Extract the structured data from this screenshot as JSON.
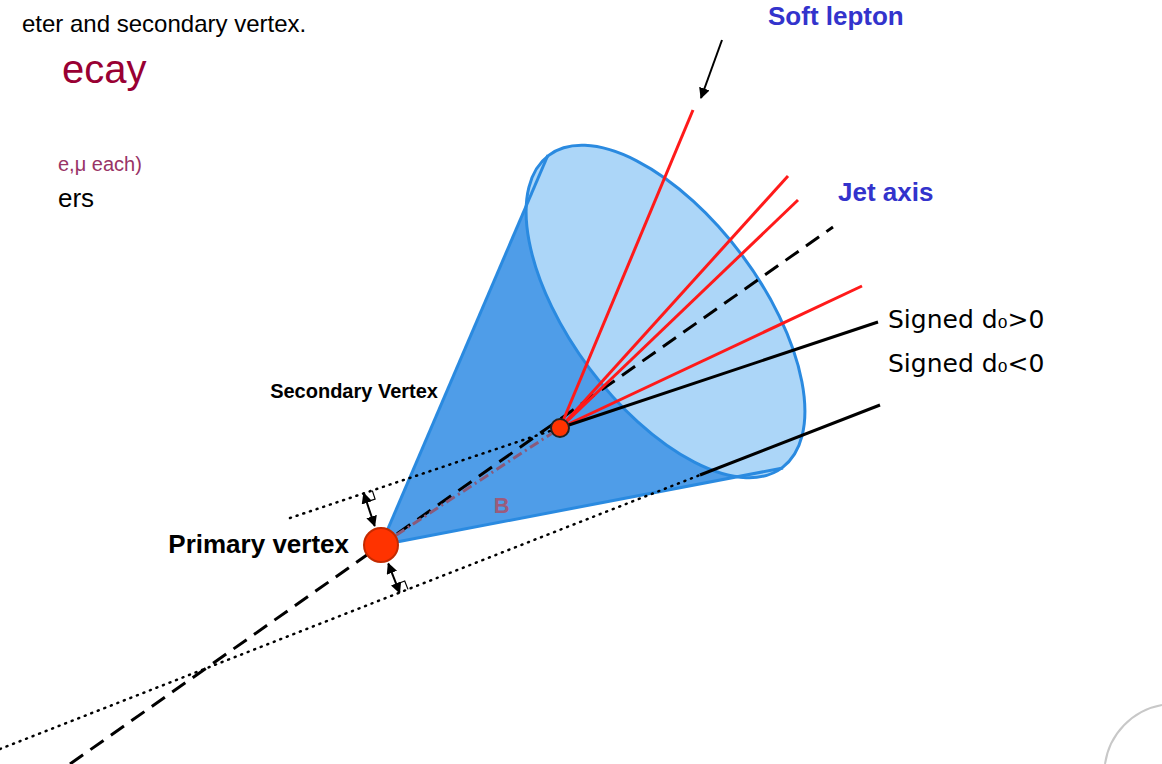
{
  "diagram": {
    "nodes": [
      {
        "text": [
          "Primary vertex"
        ]
      },
      {
        "text": [
          "Secondary Vertex"
        ]
      }
    ],
    "edges": [
      {
        "from": 0,
        "to": 1,
        "arrow": "none",
        "label": "B"
      }
    ],
    "labels": [
      "eter and secondary vertex.",
      "ecay",
      "e,μ each)",
      "ers",
      "Soft lepton",
      "Jet axis",
      "Signed d₀>0",
      "Signed d₀<0"
    ]
  }
}
